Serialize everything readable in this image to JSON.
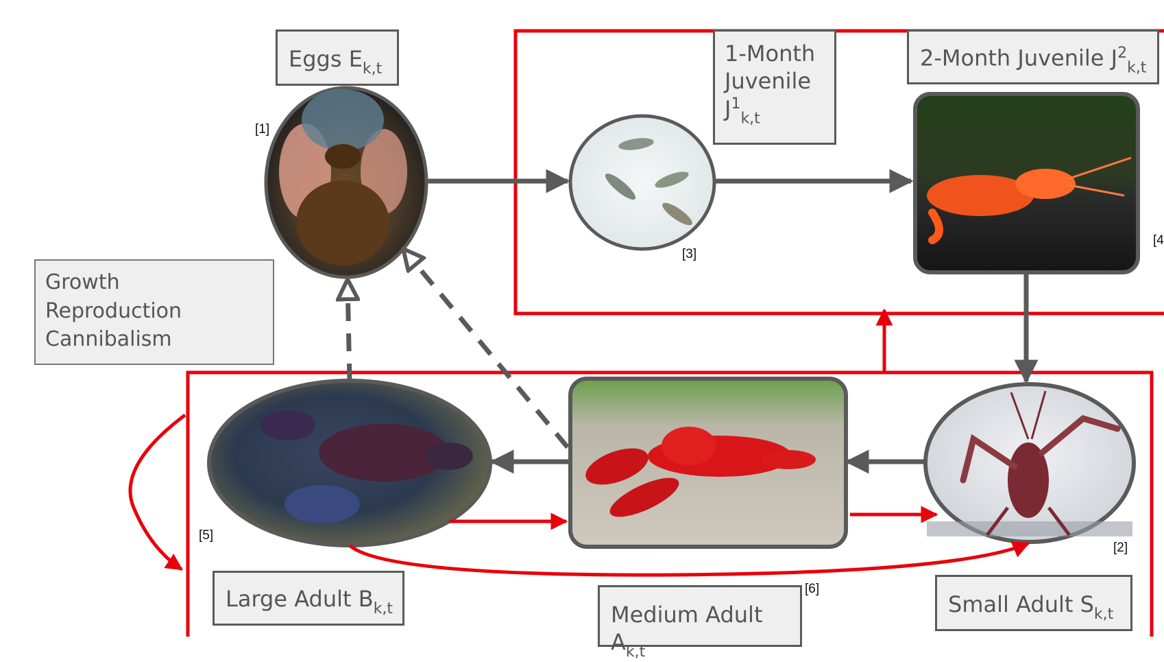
{
  "stages": {
    "eggs": {
      "name": "Eggs E",
      "sub": "k,t"
    },
    "juvenile1": {
      "line1": "1-Month",
      "line2": "Juvenile",
      "base": "J",
      "sup": "1",
      "sub": "k,t"
    },
    "juvenile2": {
      "name": "2-Month Juvenile J",
      "sup": "2",
      "sub": "k,t"
    },
    "large_adult": {
      "name": "Large Adult B",
      "sub": "k,t"
    },
    "medium_adult": {
      "name": "Medium Adult A",
      "sub": "k,t"
    },
    "small_adult": {
      "name": "Small Adult S",
      "sub": "k,t"
    }
  },
  "legend": {
    "growth": "Growth",
    "reproduction": "Reproduction",
    "cannibalism": "Cannibalism"
  },
  "refs": {
    "r1": "[1]",
    "r2": "[2]",
    "r3": "[3]",
    "r4": "[4",
    "r5": "[5]",
    "r6": "[6]"
  },
  "colors": {
    "growth": "#5a5a5a",
    "reproduction": "#5a5a5a",
    "cannibalism": "#e8000b"
  }
}
